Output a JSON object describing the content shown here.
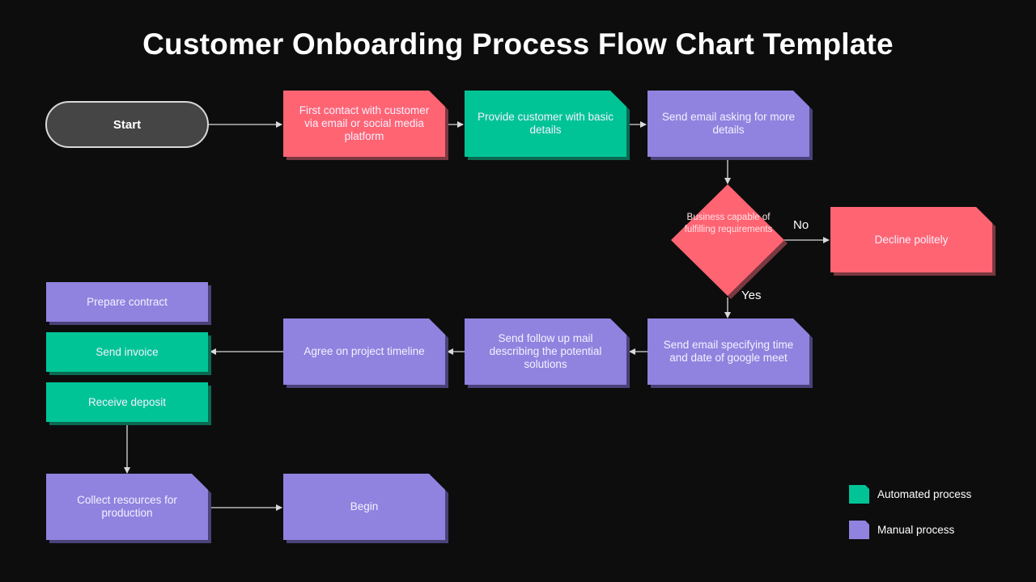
{
  "title": "Customer Onboarding Process Flow Chart Template",
  "colors": {
    "background": "#0d0d0d",
    "automated": "#00c496",
    "automated_shadow": "#0a6b52",
    "manual": "#8f83df",
    "manual_shadow": "#4a4278",
    "highlight": "#ff6473",
    "highlight_shadow": "#7a3840",
    "start_fill": "#454545",
    "start_border": "#d9d9d9",
    "connector": "#d9d9d9"
  },
  "start": {
    "label": "Start"
  },
  "nodes": [
    {
      "id": "first-contact",
      "label": "First contact with customer via email or social media platform",
      "type": "highlight"
    },
    {
      "id": "provide-details",
      "label": "Provide customer with basic details",
      "type": "automated"
    },
    {
      "id": "send-email-asking",
      "label": "Send email asking for more details",
      "type": "manual"
    },
    {
      "id": "decline",
      "label": "Decline politely",
      "type": "highlight"
    },
    {
      "id": "send-email-meet",
      "label": "Send email specifying time and date of google meet",
      "type": "manual"
    },
    {
      "id": "follow-up",
      "label": "Send follow up mail describing the potential solutions",
      "type": "manual"
    },
    {
      "id": "agree-timeline",
      "label": "Agree on project timeline",
      "type": "manual"
    },
    {
      "id": "prepare-contract",
      "label": "Prepare contract",
      "type": "manual"
    },
    {
      "id": "send-invoice",
      "label": "Send invoice",
      "type": "automated"
    },
    {
      "id": "receive-deposit",
      "label": "Receive deposit",
      "type": "automated"
    },
    {
      "id": "collect-resources",
      "label": "Collect resources for production",
      "type": "manual"
    },
    {
      "id": "begin",
      "label": "Begin",
      "type": "manual"
    }
  ],
  "decision": {
    "label": "Business capable of fulfilling requirements",
    "yes_label": "Yes",
    "no_label": "No"
  },
  "edges": [
    {
      "from": "start",
      "to": "first-contact"
    },
    {
      "from": "first-contact",
      "to": "provide-details"
    },
    {
      "from": "provide-details",
      "to": "send-email-asking"
    },
    {
      "from": "send-email-asking",
      "to": "decision"
    },
    {
      "from": "decision",
      "to": "decline",
      "label": "No"
    },
    {
      "from": "decision",
      "to": "send-email-meet",
      "label": "Yes"
    },
    {
      "from": "send-email-meet",
      "to": "follow-up"
    },
    {
      "from": "follow-up",
      "to": "agree-timeline"
    },
    {
      "from": "agree-timeline",
      "to": "send-invoice"
    },
    {
      "from": "receive-deposit",
      "to": "collect-resources"
    },
    {
      "from": "collect-resources",
      "to": "begin"
    }
  ],
  "legend": [
    {
      "label": "Automated process",
      "type": "automated"
    },
    {
      "label": "Manual process",
      "type": "manual"
    }
  ]
}
